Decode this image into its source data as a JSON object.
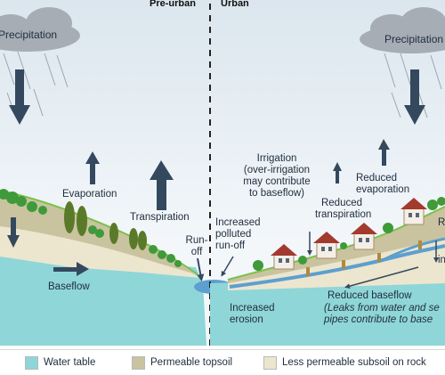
{
  "titles": {
    "pre_urban": "Pre-urban",
    "urban": "Urban"
  },
  "left": {
    "precipitation": "Precipitation",
    "evaporation": "Evaporation",
    "transpiration": "Transpiration",
    "baseflow": "Baseflow",
    "run_off": [
      "Run-",
      "off"
    ]
  },
  "right": {
    "precipitation": "Precipitation",
    "irrigation": [
      "Irrigation",
      "(over-irrigation",
      "may contribute",
      "to baseflow)"
    ],
    "increased_runoff": [
      "Increased",
      "polluted",
      "run-off"
    ],
    "increased_erosion": [
      "Increased",
      "erosion"
    ],
    "reduced_transpiration": [
      "Reduced",
      "transpiration"
    ],
    "reduced_evaporation": [
      "Reduced",
      "evaporation"
    ],
    "reduced_baseflow": "Reduced baseflow",
    "leaks_note": [
      "(Leaks from water and se",
      "pipes contribute to base"
    ],
    "edge_r": "R",
    "edge_in": "in"
  },
  "legend": [
    {
      "label": "Water table",
      "color": "#8fd6d8"
    },
    {
      "label": "Permeable topsoil",
      "color": "#c9c3a0"
    },
    {
      "label": "Less permeable subsoil on rock",
      "color": "#ece6cf"
    }
  ],
  "colors": {
    "water": "#8fd6d8",
    "topsoil": "#c9c3a0",
    "subsoil": "#ece6cf",
    "sky": "#eef4f8",
    "arrow": "#34495e",
    "grass": "#7cc14a",
    "pipe": "#5d9fcf"
  }
}
